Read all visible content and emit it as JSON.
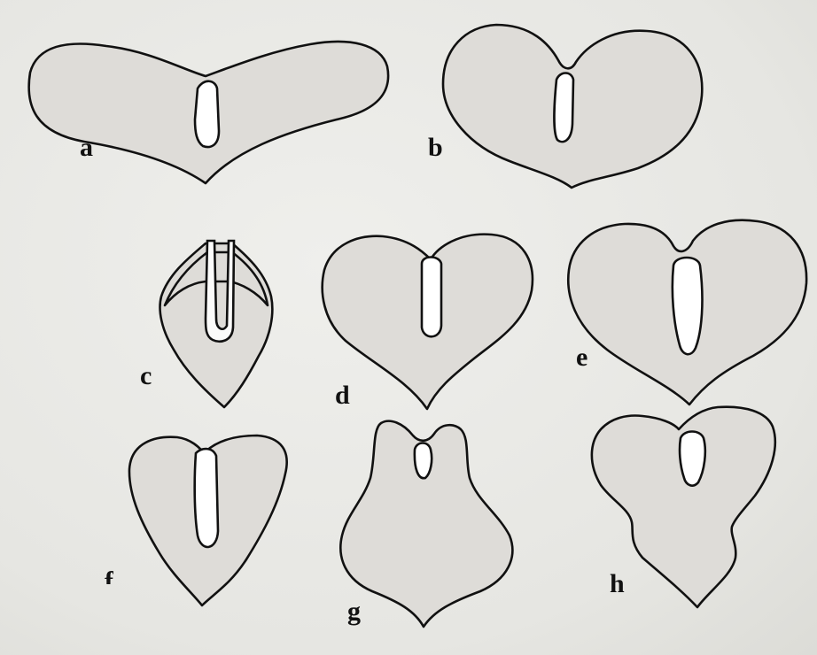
{
  "figure": {
    "panels": [
      {
        "id": "a",
        "label": "a"
      },
      {
        "id": "b",
        "label": "b"
      },
      {
        "id": "c",
        "label": "c"
      },
      {
        "id": "d",
        "label": "d"
      },
      {
        "id": "e",
        "label": "e"
      },
      {
        "id": "f",
        "label": "f"
      },
      {
        "id": "g",
        "label": "g"
      },
      {
        "id": "h",
        "label": "h"
      }
    ]
  },
  "colors": {
    "background": "#e9e9e6",
    "shape_fill": "#dedcd8",
    "outline": "#111111"
  }
}
